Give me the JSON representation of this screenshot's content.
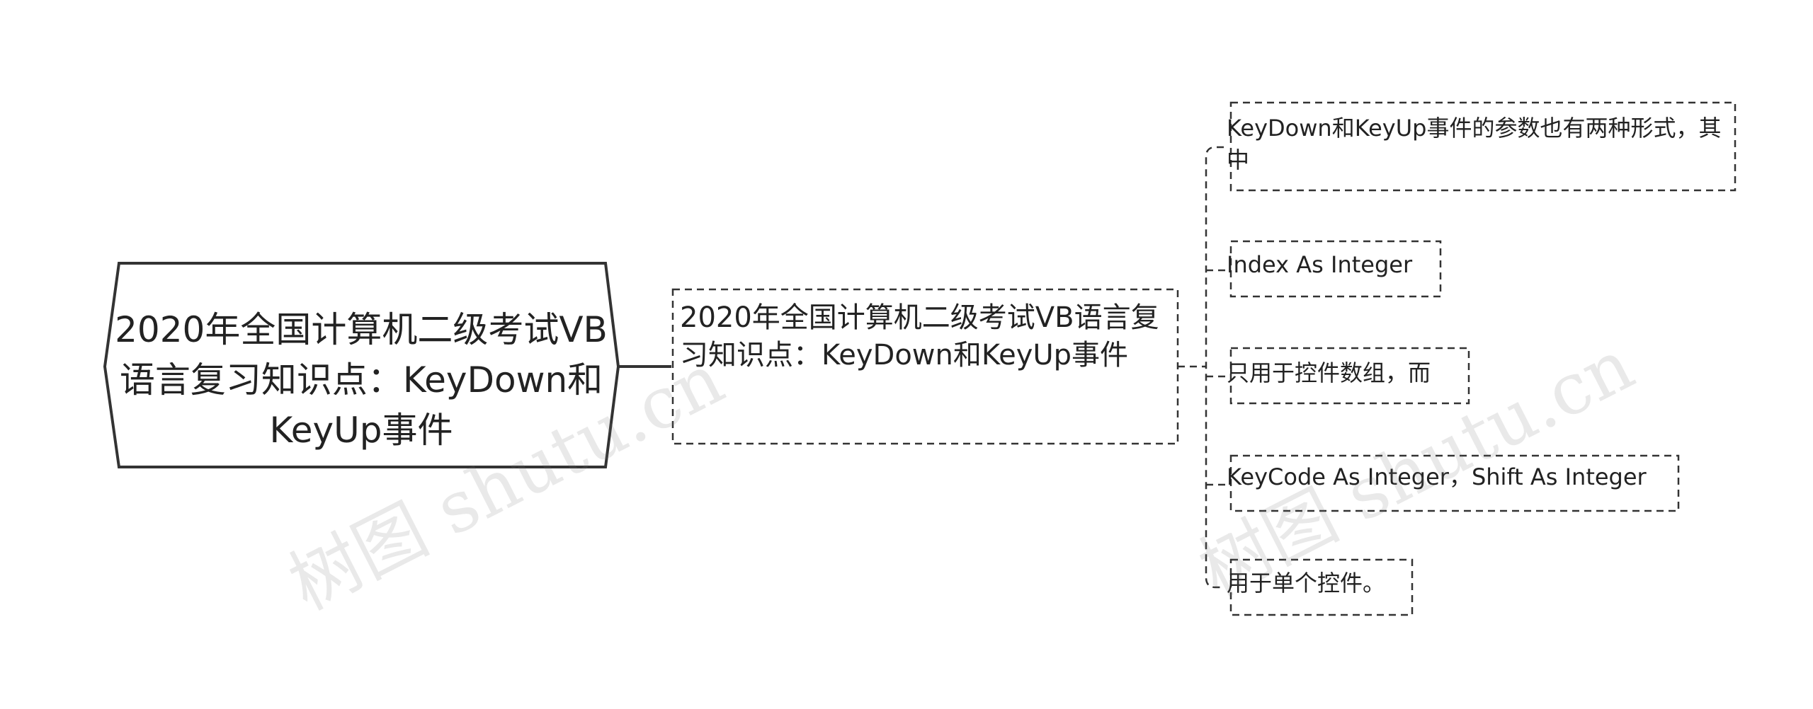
{
  "root": {
    "text": "2020年全国计算机二级考试VB语言复习知识点：KeyDown和KeyUp事件"
  },
  "main": {
    "text": "2020年全国计算机二级考试VB语言复习知识点：KeyDown和KeyUp事件"
  },
  "leaves": [
    {
      "text": "KeyDown和KeyUp事件的参数也有两种形式，其中"
    },
    {
      "text": "Index As Integer"
    },
    {
      "text": "只用于控件数组，而"
    },
    {
      "text": "KeyCode As Integer，Shift As Integer"
    },
    {
      "text": "用于单个控件。"
    }
  ],
  "watermarks": [
    {
      "text": "树图 shutu.cn"
    },
    {
      "text": "树图 shutu.cn"
    }
  ],
  "colors": {
    "line": "#333333",
    "text": "#222222",
    "background": "#ffffff"
  }
}
